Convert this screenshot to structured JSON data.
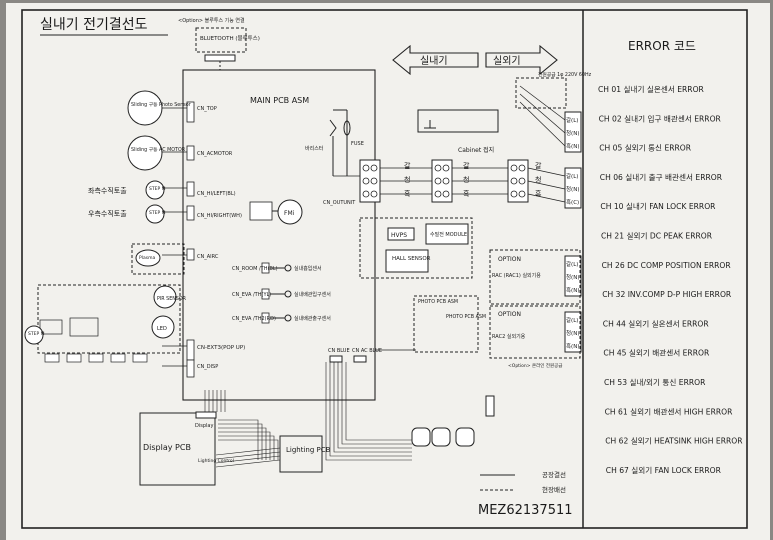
{
  "diagram": {
    "title": "실내기 전기결선도",
    "option_bluetooth": "<Option> 블루투스 기능 연결",
    "bluetooth_label": "BLUETOOTH (블루투스)",
    "main_pcb": "MAIN PCB ASM",
    "cn_top": "CN_TOP",
    "cn_acmotor": "CN_ACMOTOR",
    "cn_hl_left": "CN_HI/LEFT(BL)",
    "cn_hl_right": "CN_HI/RIGHT(WH)",
    "cn_aircl": "CN_AIRC",
    "cn_room": "CN_ROOM /TH(BL)",
    "cn_eva_yl": "CN_EVA /TH(YL)",
    "cn_eva_rd": "CN_EVA /TH2(RD)",
    "cn_ext3": "CN-EXT3(POP UP)",
    "cn_disp": "CN_DISP",
    "cn_outunit": "CN_OUTUNIT",
    "sliding_photo": "Sliding 구동 Photo Sensor",
    "sliding_motor": "Sliding 구동 AC MOTOR",
    "left_vertical": "좌측수직토출",
    "right_vertical": "우측수직토출",
    "step_m": "STEP M",
    "fan_motor": "FMi",
    "plasma": "Plasma",
    "sensor_room": "실내흡입센서",
    "sensor_eva1": "실내배관입구센서",
    "sensor_eva2": "실내배관출구센서",
    "varistor": "바리스터",
    "fuse": "FUSE",
    "hvps": "HVPS",
    "module": "수밀전 MODULE",
    "hall_sensor": "HALL SENSOR",
    "option": "OPTION",
    "option_label": "<Option> 온라인 전원공급",
    "pir_sensor": "PIR SENSOR",
    "led": "LED",
    "display_pcb": "Display PCB",
    "display": "Display",
    "lighting_pcb": "Lighting PCB",
    "lighting_control": "Lighting Control",
    "photo_pcb_1": "PHOTO PCB ASM",
    "photo_pcb_2": "PHOTO PCB ASM",
    "cn_blue": "CN BLUE",
    "cn_ac_blue": "CN AC BLUE",
    "indoor": "실내기",
    "outdoor": "실외기",
    "power": "전원공급 1φ 220V 60Hz",
    "cabinet_ground": "Cabinet 접지",
    "rac1": "RAC (RAC1) 실외기용",
    "rac2": "RAC2 실외기용",
    "terminals_top": [
      "갈(L)",
      "청(N)",
      "흑(N)"
    ],
    "terminals_bottom": [
      "갈(L)",
      "청(N)",
      "흑(C)"
    ],
    "wire_colors": [
      "갈",
      "청",
      "흑"
    ],
    "legend_factory": "공장결선",
    "legend_field": "현장배선",
    "model_number": "MEZ62137511"
  },
  "error_panel": {
    "title": "ERROR 코드",
    "codes": [
      "CH 01 실내기 실온센서 ERROR",
      "CH 02 실내기 입구 배관센서 ERROR",
      "CH 05 실외기 통신 ERROR",
      "CH 06 실내기 출구 배관센서 ERROR",
      "CH 10 실내기 FAN LOCK ERROR",
      "CH 21 실외기 DC PEAK ERROR",
      "CH 26 DC COMP POSITION ERROR",
      "CH 32 INV.COMP D-P HIGH ERROR",
      "CH 44 실외기 실온센서 ERROR",
      "CH 45 실외기 배관센서 ERROR",
      "CH 53 실내/외기 통신 ERROR",
      "CH 61 실외기 배관센서 HIGH ERROR",
      "CH 62 실외기 HEATSINK HIGH ERROR",
      "CH 67 실외기 FAN LOCK ERROR"
    ]
  }
}
